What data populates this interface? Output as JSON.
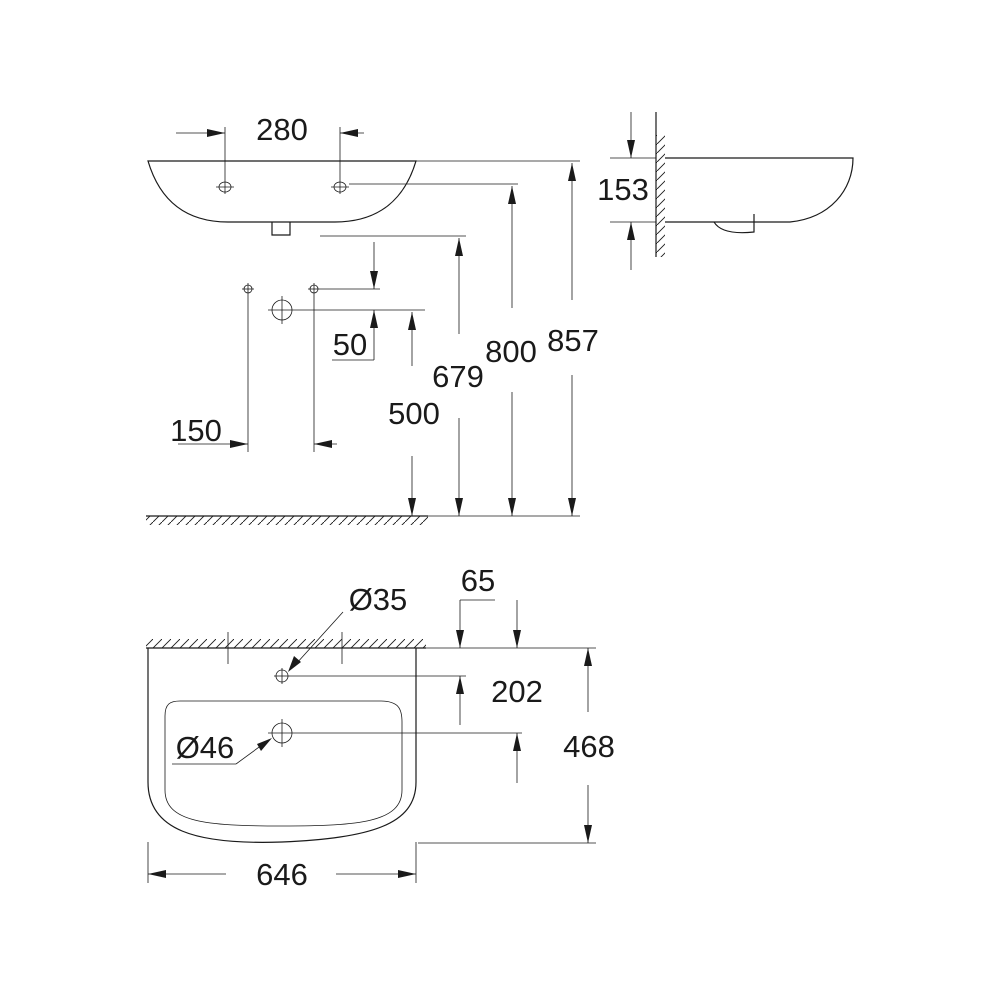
{
  "dimensions": {
    "tap_hole_spacing": "280",
    "basin_depth": "153",
    "waste_offset": "50",
    "fixing_spacing": "150",
    "waste_height": "500",
    "fixing_height": "679",
    "rim_height": "800",
    "total_height": "857",
    "tap_hole_diameter": "Ø35",
    "tap_hole_offset": "65",
    "tap_hole_depth": "202",
    "basin_projection": "468",
    "waste_diameter": "Ø46",
    "basin_width": "646"
  }
}
